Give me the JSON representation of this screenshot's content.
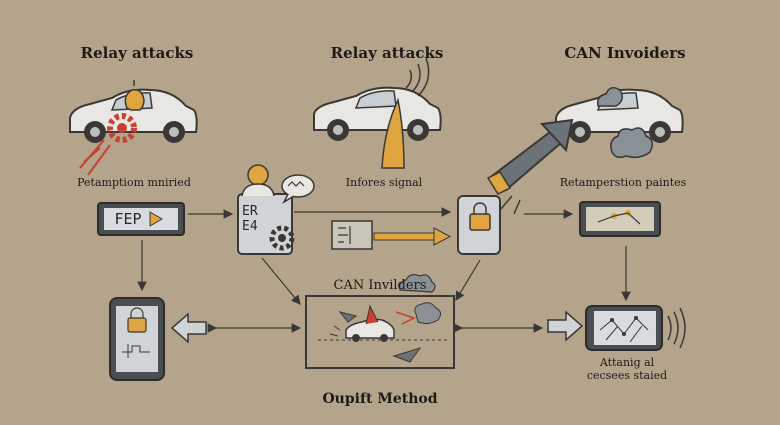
{
  "titles": {
    "left": "Relay attacks",
    "center": "Relay attacks",
    "right": "CAN Invoiders"
  },
  "captions": {
    "left": "Petamptiom mniried",
    "center": "Infores signal",
    "right": "Retamperstion paintes",
    "middle_box": "CAN Invilders",
    "bottom_right_line1": "Attanig al",
    "bottom_right_line2": "cecsees staied",
    "bottom": "Oupift Method"
  },
  "screens": {
    "display_left": "FEP",
    "terminal_line1": "ER",
    "terminal_line2": "E4"
  },
  "colors": {
    "background": "#b4a48b",
    "outline": "#3a3835",
    "car_body": "#e9e7e3",
    "accent_orange": "#e0a441",
    "accent_red": "#c9402e",
    "screen": "#cfd3d6"
  }
}
